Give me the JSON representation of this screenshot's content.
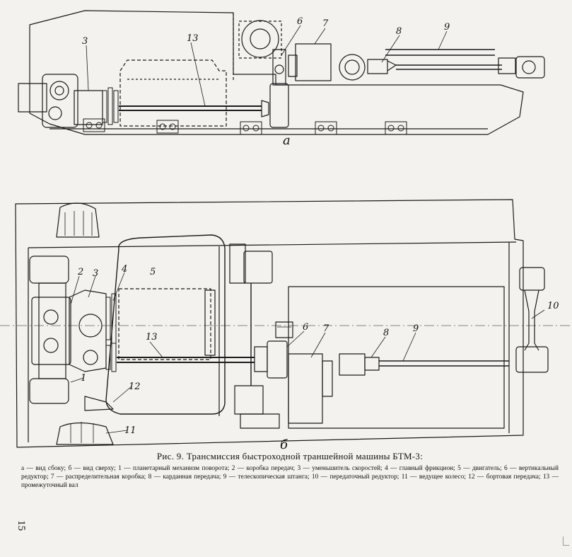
{
  "figure": {
    "caption_title": "Рис. 9. Трансмиссия быстроходной траншейной машины БТМ-3:",
    "caption_legend": "а — вид сбоку; б — вид сверху; 1 — планетарный механизм поворота; 2 — коробка передач; 3 — уменьшитель скоростей; 4 — главный фрикцион; 5 — двигатель; 6 — вертикальный редуктор; 7 — распределительная коробка; 8 — карданная передача; 9 — телескопическая штанга; 10 — передаточный редуктор; 11 — ведущее колесо; 12 — бортовая передача; 13 — промежуточный вал",
    "page_number": "15"
  },
  "views": {
    "side": {
      "label": "а"
    },
    "top": {
      "label": "б"
    }
  },
  "callouts": {
    "side": [
      "3",
      "13",
      "6",
      "7",
      "8",
      "9"
    ],
    "top": [
      "2",
      "3",
      "4",
      "5",
      "10",
      "13",
      "6",
      "7",
      "8",
      "9",
      "1",
      "12",
      "11"
    ]
  }
}
